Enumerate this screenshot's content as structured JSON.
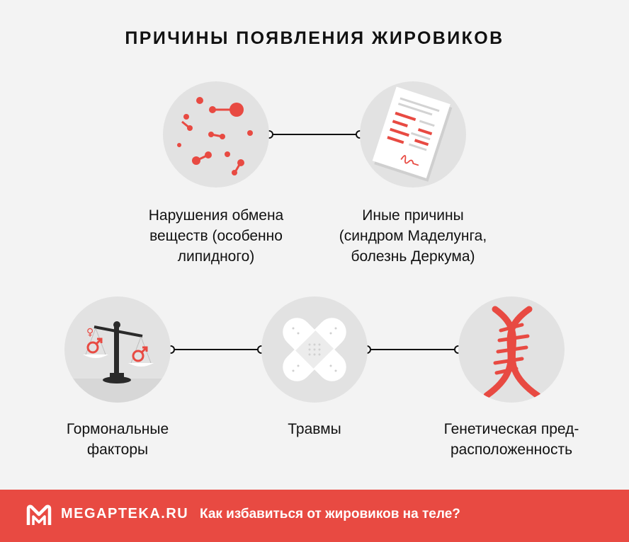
{
  "title": "ПРИЧИНЫ ПОЯВЛЕНИЯ ЖИРОВИКОВ",
  "causes": [
    {
      "icon": "molecules-icon",
      "lines": [
        "Нарушения обмена",
        "веществ (особенно",
        "липидного)"
      ]
    },
    {
      "icon": "document-icon",
      "lines": [
        "Иные причины",
        "(синдром Маделунга,",
        "болезнь Деркума)"
      ]
    },
    {
      "icon": "scales-icon",
      "lines": [
        "Гормональные",
        "факторы"
      ]
    },
    {
      "icon": "bandage-icon",
      "lines": [
        "Травмы"
      ]
    },
    {
      "icon": "dna-icon",
      "lines": [
        "Генетическая пред-",
        "расположенность"
      ]
    }
  ],
  "footer": {
    "brand": "MEGAPTEKA.RU",
    "article_link": "Как избавиться от жировиков на теле?"
  },
  "colors": {
    "accent": "#e84a42",
    "background": "#f3f3f3",
    "icon_bg": "#e2e2e2",
    "connector": "#111111"
  }
}
